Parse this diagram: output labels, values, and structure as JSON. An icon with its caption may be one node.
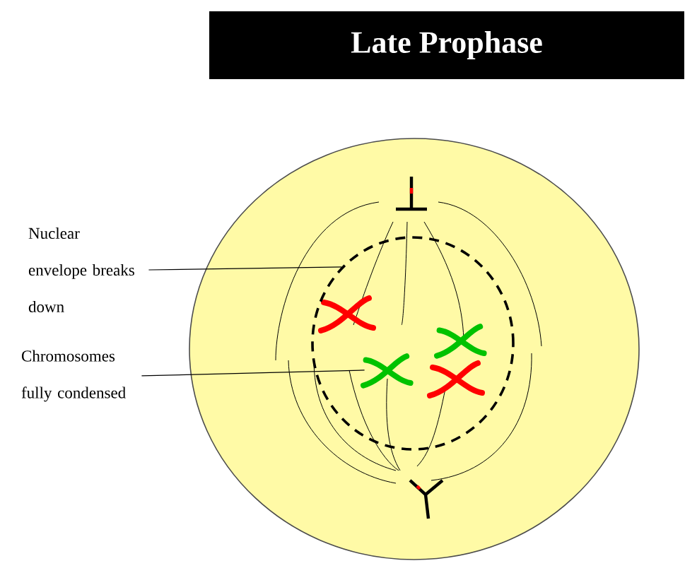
{
  "diagram": {
    "title": "Late Prophase",
    "nodes": [
      {
        "text": [
          "Nuclear envelope breaks down"
        ]
      },
      {
        "text": [],
        "shape": "circle"
      },
      {
        "text": [
          "Chromosomes fully condensed"
        ]
      },
      {
        "text": [],
        "shape": "picture",
        "in": 1
      }
    ],
    "edges": [
      {
        "from": 0,
        "to": 1,
        "arrow": "none"
      },
      {
        "from": 2,
        "to": 3,
        "arrow": "none"
      }
    ]
  }
}
